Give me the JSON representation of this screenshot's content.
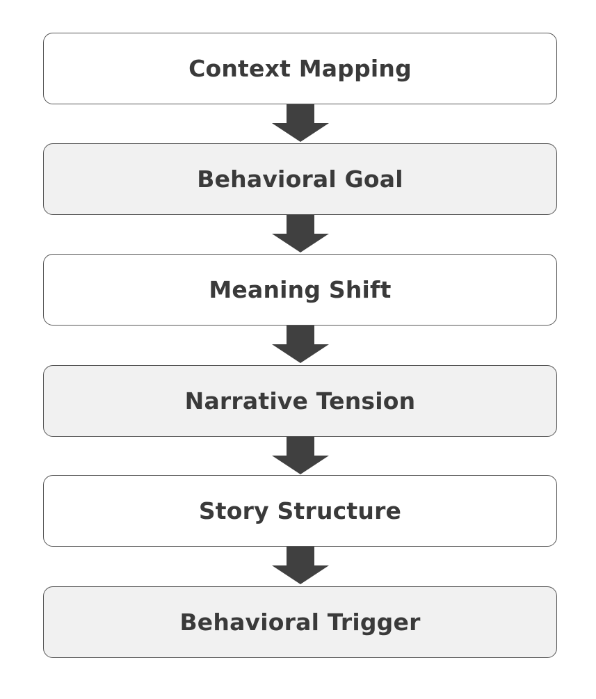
{
  "flow": {
    "steps": [
      {
        "label": "Context Mapping",
        "fill": "#ffffff"
      },
      {
        "label": "Behavioral Goal",
        "fill": "#f1f1f1"
      },
      {
        "label": "Meaning Shift",
        "fill": "#ffffff"
      },
      {
        "label": "Narrative Tension",
        "fill": "#f1f1f1"
      },
      {
        "label": "Story Structure",
        "fill": "#ffffff"
      },
      {
        "label": "Behavioral Trigger",
        "fill": "#f1f1f1"
      }
    ],
    "arrow_color": "#404040",
    "border_color": "#555555",
    "text_color": "#3a3a3a"
  }
}
